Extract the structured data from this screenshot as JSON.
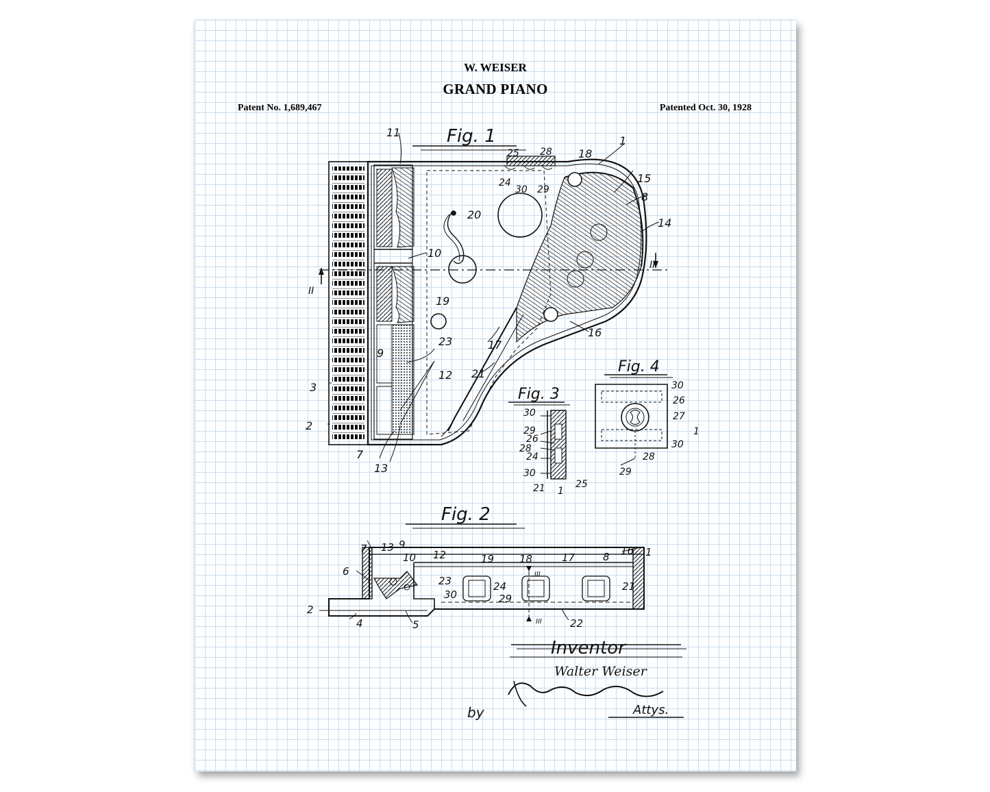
{
  "header": {
    "inventor": "W. WEISER",
    "title": "GRAND PIANO",
    "patent_number": "Patent No. 1,689,467",
    "patent_date": "Patented Oct. 30, 1928"
  },
  "figures": {
    "fig1": "Fig. 1",
    "fig2": "Fig. 2",
    "fig3": "Fig. 3",
    "fig4": "Fig. 4"
  },
  "section_marks": {
    "section2": "II",
    "section3": "III"
  },
  "reference_numerals": {
    "fig1": [
      "1",
      "2",
      "3",
      "7",
      "8",
      "9",
      "10",
      "11",
      "12",
      "13",
      "14",
      "15",
      "16",
      "17",
      "18",
      "19",
      "20",
      "21",
      "23",
      "24",
      "25",
      "28",
      "29",
      "30"
    ],
    "fig2": [
      "1",
      "2",
      "4",
      "5",
      "6",
      "7",
      "8",
      "9",
      "10",
      "12",
      "13",
      "16",
      "17",
      "18",
      "19",
      "21",
      "22",
      "23",
      "24",
      "29",
      "30"
    ],
    "fig3": [
      "21",
      "24",
      "25",
      "26",
      "28",
      "29",
      "30"
    ],
    "fig4": [
      "1",
      "26",
      "27",
      "28",
      "29",
      "30"
    ]
  },
  "signature": {
    "heading": "Inventor",
    "name": "Walter Weiser",
    "by": "by",
    "attys": "Attys."
  },
  "colors": {
    "paper": "#fdfeff",
    "grid": "#c9dcee",
    "ink": "#111111"
  }
}
